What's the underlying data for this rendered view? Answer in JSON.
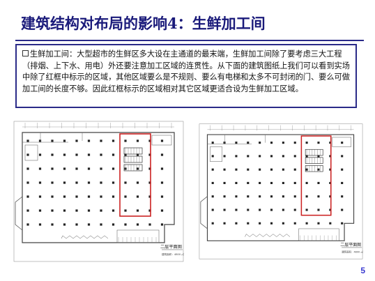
{
  "slide": {
    "title": "建筑结构对布局的影响4：生鲜加工间",
    "body": "生鲜加工间：大型超市的生鲜区多大设在主通道的最末端，生鲜加工间除了要考虑三大工程（排烟、上下水、用电）外还要注意加工区域的连贯性。从下面的建筑图纸上我们可以看到实场中除了红框中标示的区域，其他区域要么是不规则、要么有电梯和太多不可封闭的门、要么可做加工间的长度不够。因此红框标示的区域相对其它区域更适合设为生鲜加工区域。",
    "page_number": "5"
  },
  "plans": [
    {
      "label": "二层平面图",
      "note": "建筑面积：4800 ㎡",
      "highlight_color": "#cc2222"
    },
    {
      "label": "二层平面图",
      "note": "建筑面积：4800 ㎡",
      "highlight_color": "#cc2222"
    }
  ]
}
